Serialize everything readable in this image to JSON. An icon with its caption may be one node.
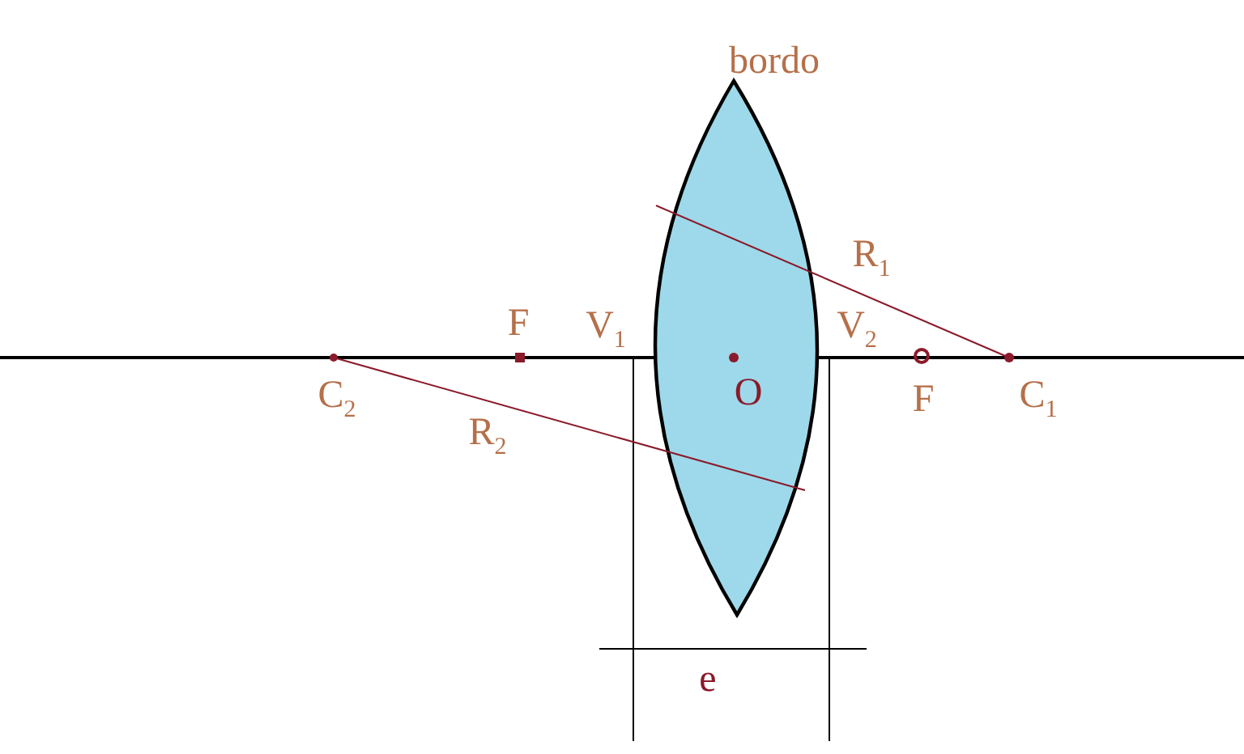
{
  "diagram": {
    "labels": [
      "bordo",
      "R$_{1}$",
      "F",
      "V$_{1}$",
      "V$_{2}$",
      "C$_{2}$",
      "O",
      "F",
      "C$_{1}$",
      "R$_{2}$",
      "e"
    ]
  }
}
